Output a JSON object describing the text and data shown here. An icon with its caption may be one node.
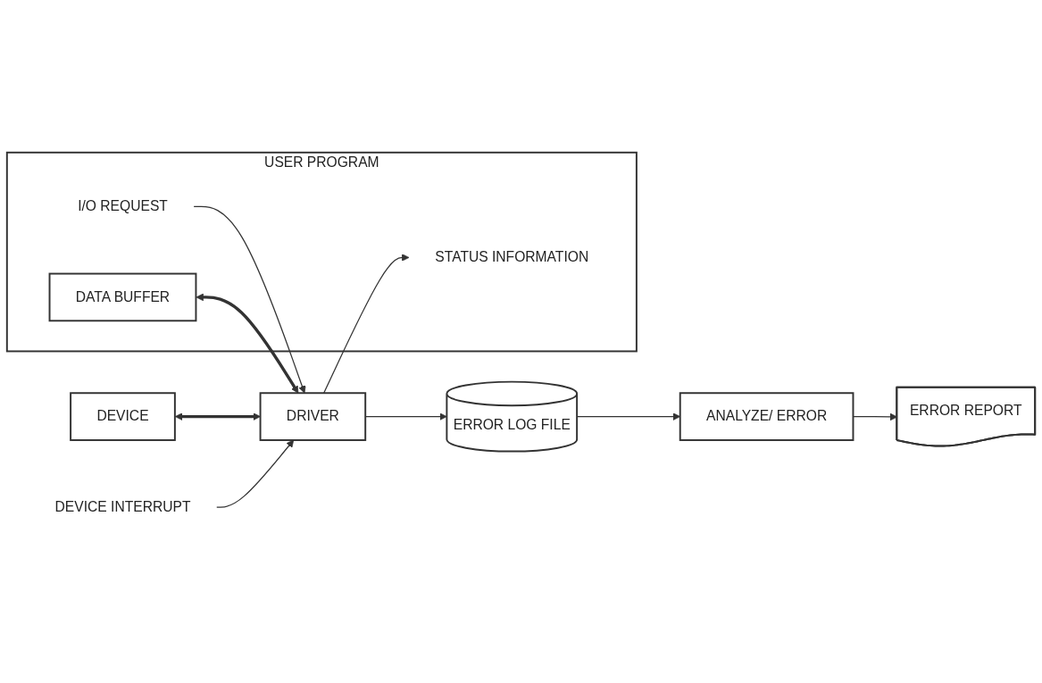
{
  "diagram": {
    "nodes": [
      {
        "text": [
          "USER PROGRAM"
        ]
      },
      {
        "text": [
          "I/O REQUEST"
        ],
        "in": 0
      },
      {
        "text": [
          "STATUS INFORMATION"
        ],
        "in": 0
      },
      {
        "text": [
          "DATA BUFFER"
        ],
        "in": 0
      },
      {
        "text": [
          "DRIVER"
        ]
      },
      {
        "text": [
          "DEVICE"
        ]
      },
      {
        "text": [
          "DEVICE INTERRUPT"
        ]
      },
      {
        "text": [
          "ERROR LOG FILE"
        ]
      },
      {
        "text": [
          "ANALYZE/ ERROR"
        ]
      },
      {
        "text": [
          "ERROR REPORT"
        ]
      }
    ],
    "edges": [
      {
        "from": 1,
        "to": 4,
        "arrow": "to"
      },
      {
        "from": 4,
        "to": 2,
        "arrow": "to"
      },
      {
        "from": 3,
        "to": 4,
        "arrow": "both",
        "style": "thick"
      },
      {
        "from": 5,
        "to": 4,
        "arrow": "both",
        "style": "thick"
      },
      {
        "from": 6,
        "to": 4,
        "arrow": "to"
      },
      {
        "from": 4,
        "to": 7,
        "arrow": "to"
      },
      {
        "from": 7,
        "to": 8,
        "arrow": "to"
      },
      {
        "from": 8,
        "to": 9,
        "arrow": "to"
      }
    ]
  }
}
